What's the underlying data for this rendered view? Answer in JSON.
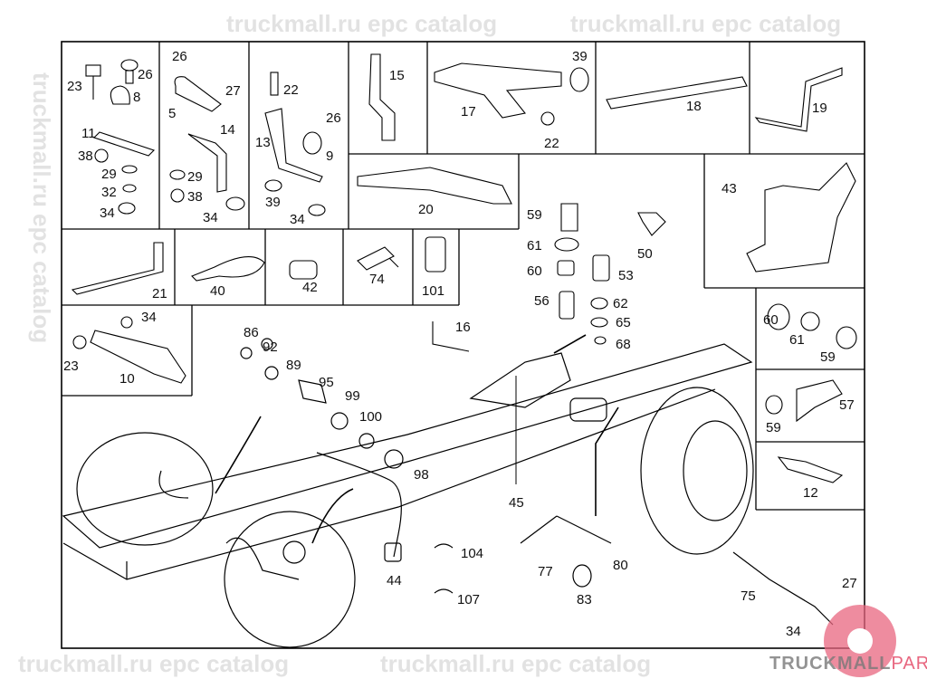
{
  "diagram": {
    "part_labels": [
      "23",
      "26",
      "8",
      "11",
      "38",
      "29",
      "32",
      "34",
      "26",
      "27",
      "5",
      "14",
      "29",
      "38",
      "34",
      "22",
      "26",
      "13",
      "9",
      "39",
      "34",
      "15",
      "39",
      "17",
      "22",
      "18",
      "19",
      "20",
      "43",
      "21",
      "40",
      "42",
      "74",
      "101",
      "59",
      "61",
      "60",
      "56",
      "50",
      "53",
      "62",
      "65",
      "68",
      "86",
      "92",
      "89",
      "95",
      "99",
      "100",
      "98",
      "16",
      "34",
      "23",
      "10",
      "60",
      "61",
      "59",
      "59",
      "57",
      "12",
      "45",
      "44",
      "104",
      "107",
      "77",
      "83",
      "80",
      "75",
      "27",
      "34"
    ],
    "line_color": "#000000",
    "watermark": "truckmall.ru epc catalog",
    "logo": {
      "part1": "TRUCKMALL",
      "part2": "PARTS",
      "accent": "#e8667f"
    }
  }
}
